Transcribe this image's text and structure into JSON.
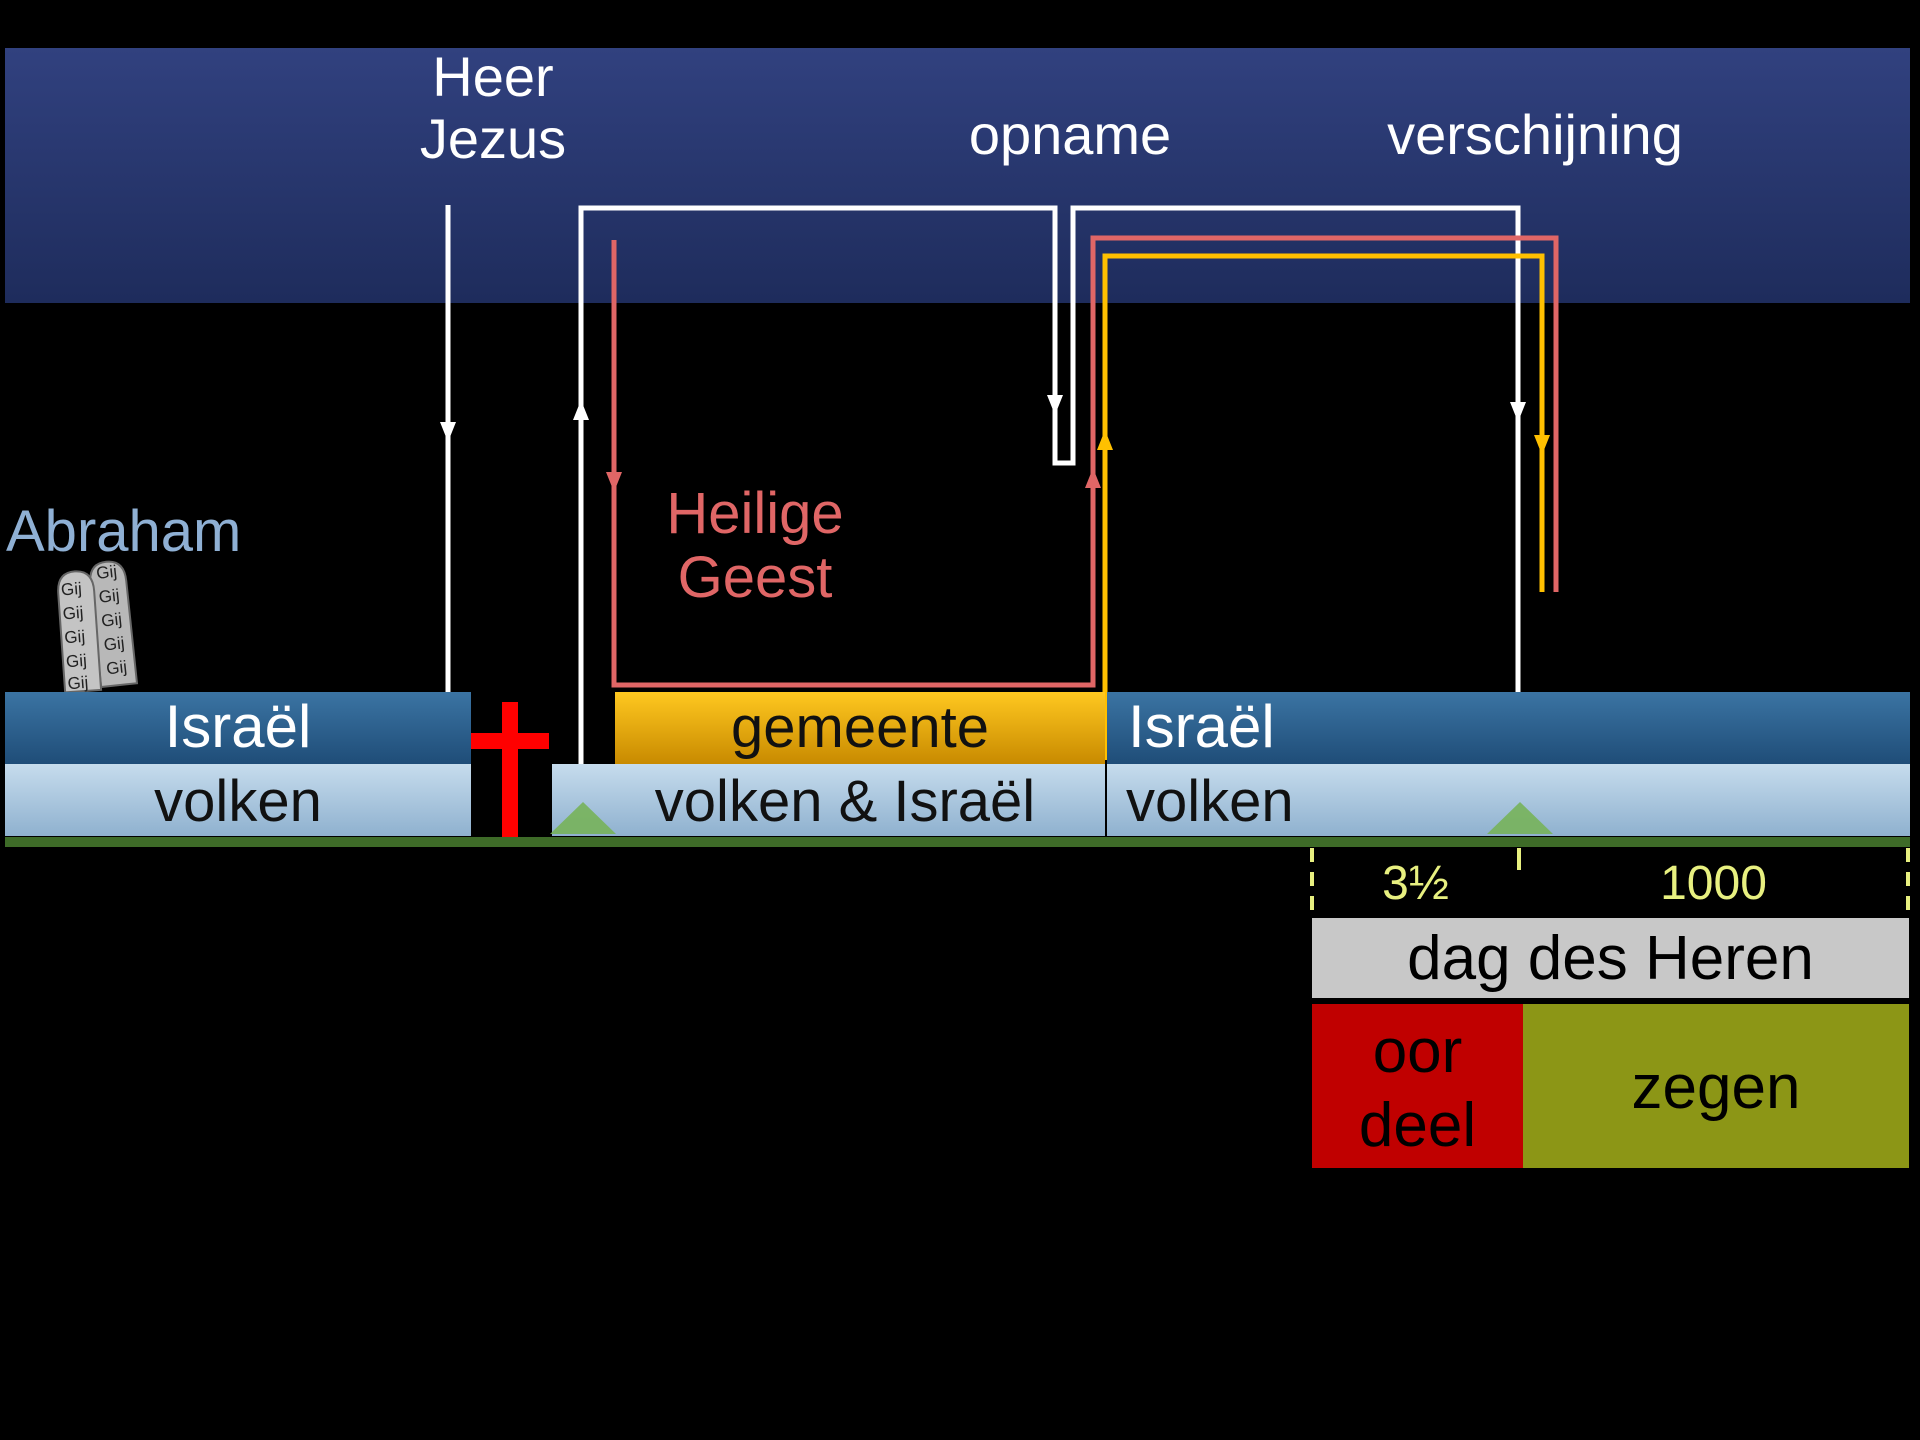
{
  "heaven_labels": {
    "heer_line1": "Heer",
    "heer_line2": "Jezus",
    "opname": "opname",
    "verschijning": "verschijning"
  },
  "abraham": "Abraham",
  "tablets_word": "Gij",
  "spirit": {
    "line1": "Heilige",
    "line2": "Geest"
  },
  "bands": {
    "israel_1": "Israël",
    "volken_1": "volken",
    "gemeente": "gemeente",
    "volken_israel": "volken & Israël",
    "israel_2": "Israël",
    "volken_2": "volken"
  },
  "periods": {
    "years_short": "3½",
    "years_long": "1000"
  },
  "dag_des_heren": "dag des Heren",
  "oordeel": {
    "line1": "oor",
    "line2": "deel"
  },
  "zegen": "zegen",
  "colors": {
    "heaven": "#2b3a73",
    "israel_band": "#2f628f",
    "volken_band": "#aecbe4",
    "gemeente": "#f2b200",
    "spirit_line": "#e06666",
    "church_line": "#ffc000",
    "cross": "#ff0000",
    "ground": "#3e6b28",
    "oordeel": "#c00000",
    "zegen": "#8c9616",
    "period_text": "#e8f080"
  },
  "icons": [
    "cross-icon",
    "tablets-icon",
    "mountain-icon"
  ]
}
